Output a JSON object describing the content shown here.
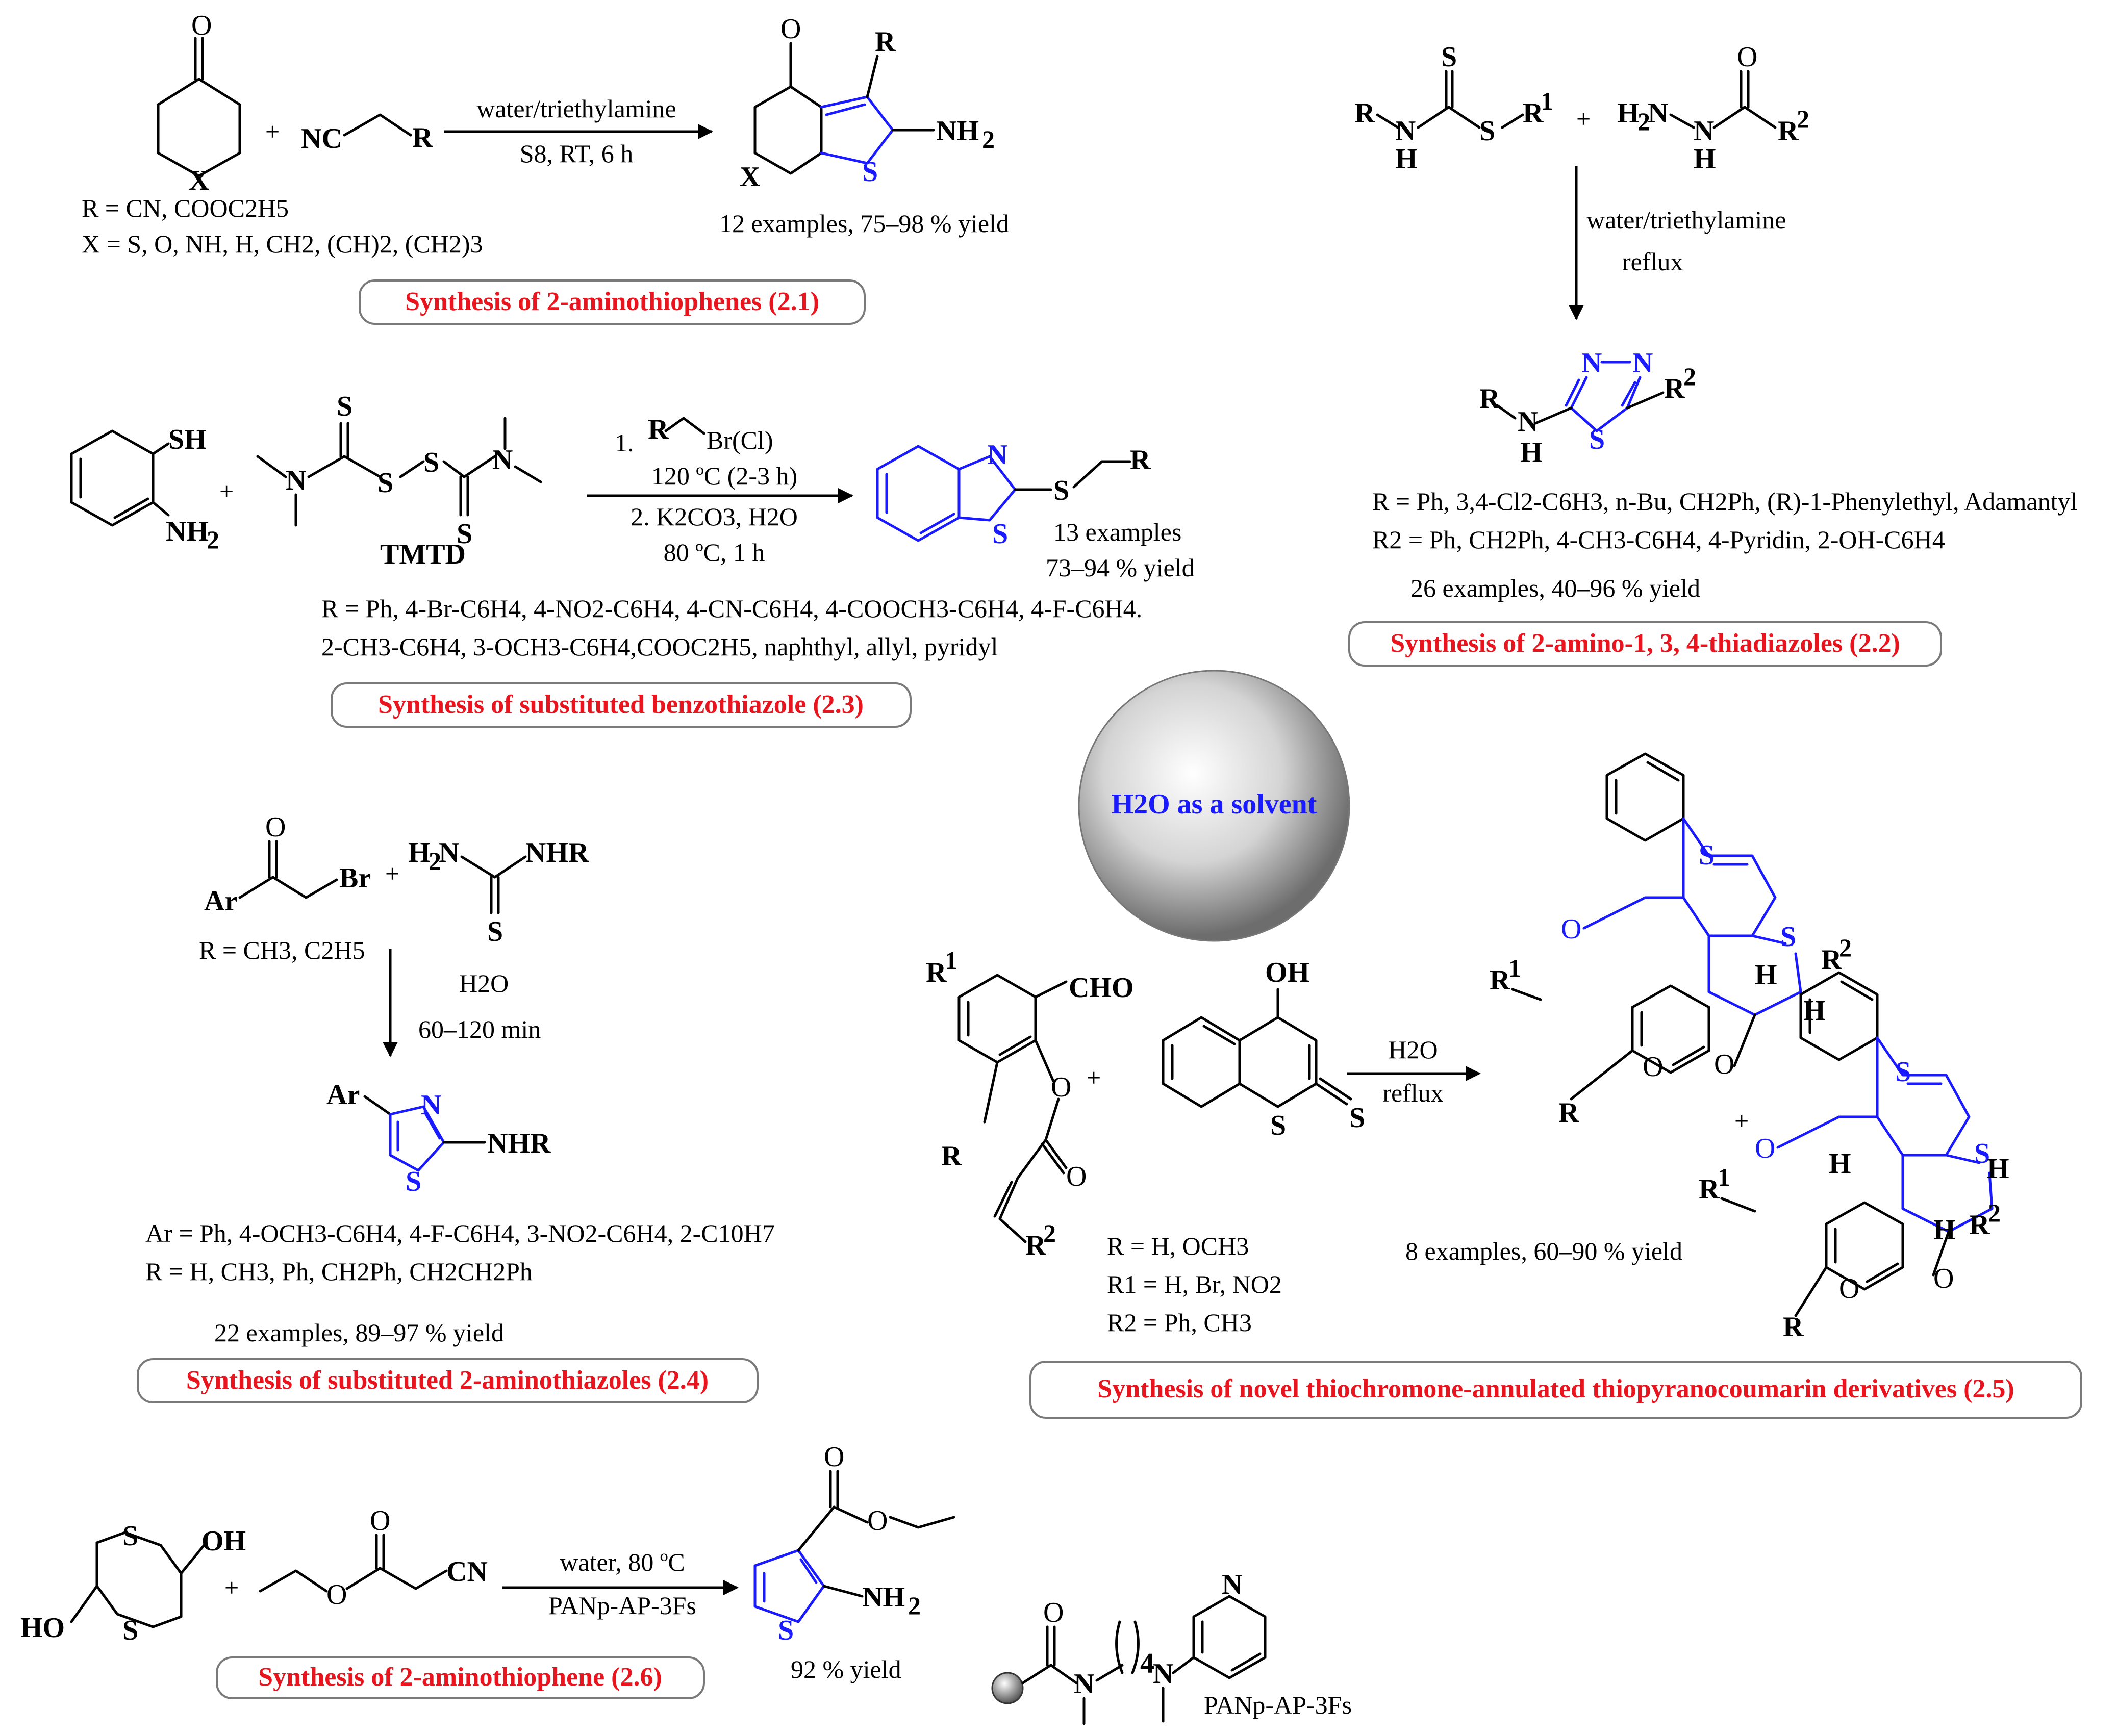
{
  "center": {
    "label": "H2O as a solvent"
  },
  "s21": {
    "title": "Synthesis of 2-aminothiophenes (2.1)",
    "conditions_top": "water/triethylamine",
    "conditions_bottom": "S8, RT, 6 h",
    "r_def": "R = CN, COOC2H5",
    "x_def": "X = S, O, NH, H, CH2, (CH)2, (CH2)3",
    "result": "12 examples, 75–98 % yield"
  },
  "s22": {
    "title": "Synthesis of 2-amino-1, 3, 4-thiadiazoles (2.2)",
    "conditions_top": "water/triethylamine",
    "conditions_bottom": "reflux",
    "r_def": "R = Ph, 3,4-Cl2-C6H3, n-Bu, CH2Ph, (R)-1-Phenylethyl, Adamantyl",
    "r2_def": "R2 = Ph, CH2Ph, 4-CH3-C6H4, 4-Pyridin, 2-OH-C6H4",
    "result": "26 examples, 40–96 % yield"
  },
  "s23": {
    "title": "Synthesis of substituted benzothiazole (2.3)",
    "reagent_label": "TMTD",
    "step1": "1.",
    "step1_reagent": "Br(Cl)",
    "step1_conditions": "120 ºC (2-3 h)",
    "step2": "2. K2CO3, H2O",
    "step2_conditions": "80 ºC, 1 h",
    "examples": "13 examples",
    "yield": "73–94 % yield",
    "r_def_line1": "R = Ph, 4-Br-C6H4, 4-NO2-C6H4, 4-CN-C6H4, 4-COOCH3-C6H4, 4-F-C6H4.",
    "r_def_line2": "2-CH3-C6H4, 3-OCH3-C6H4,COOC2H5, naphthyl, allyl, pyridyl"
  },
  "s24": {
    "title": "Synthesis of substituted 2-aminothiazoles (2.4)",
    "conditions_top": "H2O",
    "conditions_bottom": "60–120 min",
    "r_start_def": "R = CH3, C2H5",
    "ar_def": "Ar = Ph, 4-OCH3-C6H4, 4-F-C6H4, 3-NO2-C6H4, 2-C10H7",
    "r_def": "R = H, CH3, Ph, CH2Ph, CH2CH2Ph",
    "result": "22 examples, 89–97 % yield"
  },
  "s25": {
    "title": "Synthesis of novel thiochromone-annulated thiopyranocoumarin derivatives (2.5)",
    "conditions_top": "H2O",
    "conditions_bottom": "reflux",
    "r_def": "R = H, OCH3",
    "r1_def": "R1 = H, Br, NO2",
    "r2_def": "R2 = Ph, CH3",
    "result": "8 examples, 60–90 % yield"
  },
  "s26": {
    "title": "Synthesis of 2-aminothiophene (2.6)",
    "conditions_top": "water, 80 ºC",
    "conditions_bottom": "PANp-AP-3Fs",
    "result": "92 % yield",
    "catalyst_label": "PANp-AP-3Fs"
  },
  "colors": {
    "title_red": "#e8141e",
    "product_blue": "#1a1aff",
    "box_border": "#7a7a7a"
  }
}
